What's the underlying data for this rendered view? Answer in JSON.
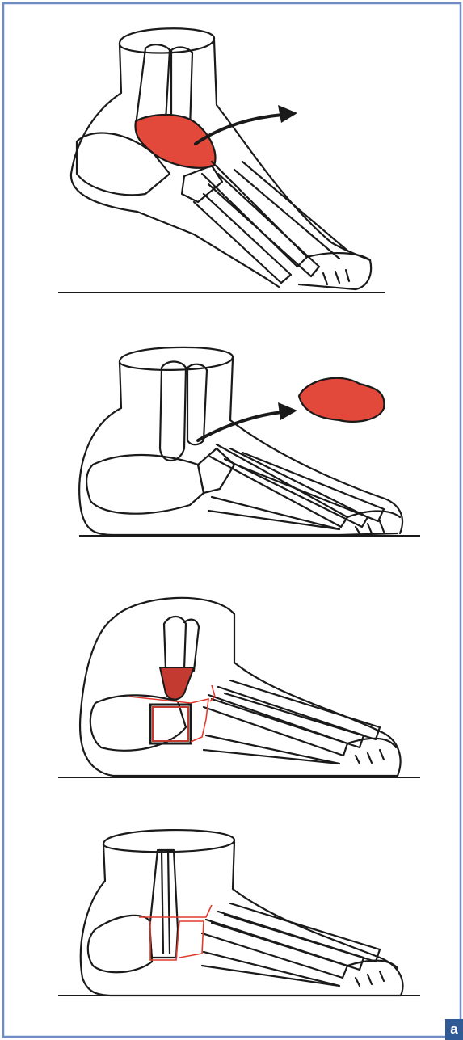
{
  "figure": {
    "panel_label": "a",
    "colors": {
      "border": "#6f8cc6",
      "outline": "#1a1a1a",
      "highlight_fill": "#e2493b",
      "graft_line": "#e23b2e",
      "label_bg": "#2f5a95"
    },
    "steps": [
      {
        "name": "talus-highlighted-in-foot"
      },
      {
        "name": "talus-removed"
      },
      {
        "name": "osteotomy-prepared"
      },
      {
        "name": "graft-fused"
      }
    ]
  }
}
